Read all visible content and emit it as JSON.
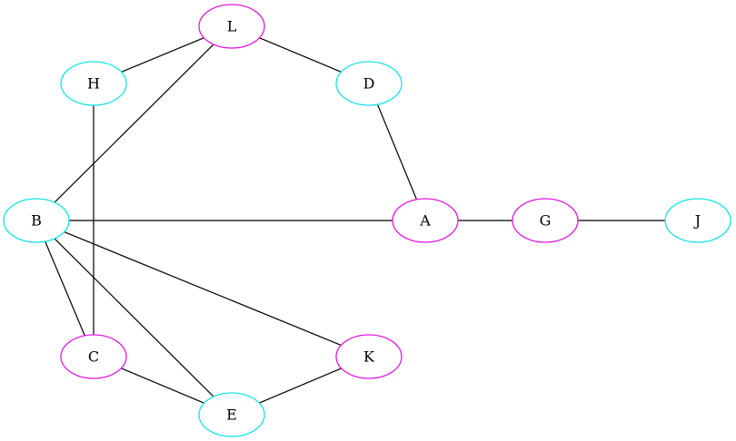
{
  "diagram": {
    "type": "undirected-graph",
    "colors": {
      "magenta": "#e01be0",
      "cyan": "#19e3e3",
      "edge": "#000000"
    },
    "nodes": [
      {
        "id": "L",
        "label": "L",
        "color": "magenta"
      },
      {
        "id": "H",
        "label": "H",
        "color": "cyan"
      },
      {
        "id": "D",
        "label": "D",
        "color": "cyan"
      },
      {
        "id": "B",
        "label": "B",
        "color": "cyan"
      },
      {
        "id": "A",
        "label": "A",
        "color": "magenta"
      },
      {
        "id": "G",
        "label": "G",
        "color": "magenta"
      },
      {
        "id": "J",
        "label": "J",
        "color": "cyan"
      },
      {
        "id": "C",
        "label": "C",
        "color": "magenta"
      },
      {
        "id": "K",
        "label": "K",
        "color": "magenta"
      },
      {
        "id": "E",
        "label": "E",
        "color": "cyan"
      }
    ],
    "edges": [
      [
        "L",
        "H"
      ],
      [
        "L",
        "D"
      ],
      [
        "L",
        "B"
      ],
      [
        "H",
        "C"
      ],
      [
        "D",
        "A"
      ],
      [
        "B",
        "A"
      ],
      [
        "A",
        "G"
      ],
      [
        "G",
        "J"
      ],
      [
        "B",
        "C"
      ],
      [
        "B",
        "E"
      ],
      [
        "B",
        "K"
      ],
      [
        "C",
        "E"
      ],
      [
        "E",
        "K"
      ]
    ]
  }
}
